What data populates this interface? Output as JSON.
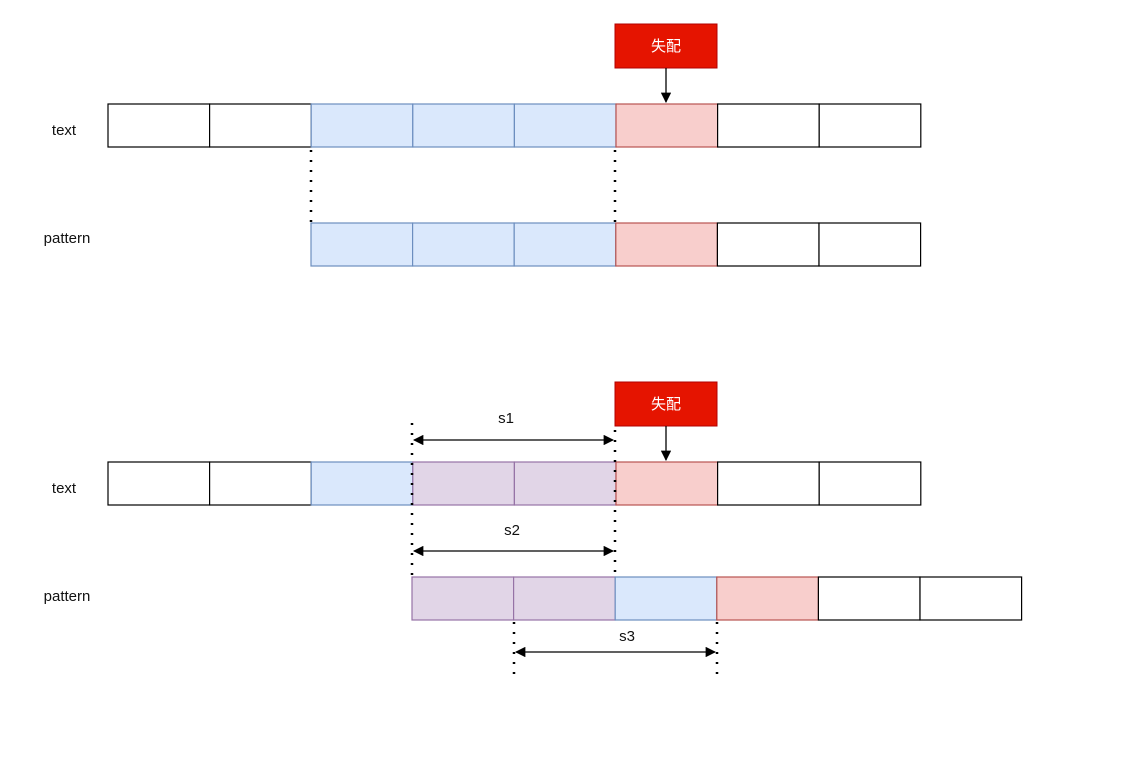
{
  "colors": {
    "empty": "#ffffff",
    "empty_stroke": "#000000",
    "match": "#dae8fc",
    "match_stroke": "#6c8ebf",
    "mismatch": "#f8cecc",
    "mismatch_stroke": "#b85450",
    "overlap": "#e1d5e7",
    "overlap_stroke": "#9673a6",
    "badge": "#e51400",
    "badge_stroke": "#b20000"
  },
  "labels": {
    "text": "text",
    "pattern": "pattern",
    "mismatch": "失配",
    "s1": "s1",
    "s2": "s2",
    "s3": "s3"
  },
  "upper": {
    "text_row": [
      "empty",
      "empty",
      "match",
      "match",
      "match",
      "mismatch",
      "empty",
      "empty"
    ],
    "pattern_row": [
      "match",
      "match",
      "match",
      "mismatch",
      "empty",
      "empty"
    ]
  },
  "lower": {
    "text_row": [
      "empty",
      "empty",
      "match",
      "overlap",
      "overlap",
      "mismatch",
      "empty",
      "empty"
    ],
    "pattern_row": [
      "overlap",
      "overlap",
      "match",
      "mismatch",
      "empty",
      "empty"
    ]
  }
}
